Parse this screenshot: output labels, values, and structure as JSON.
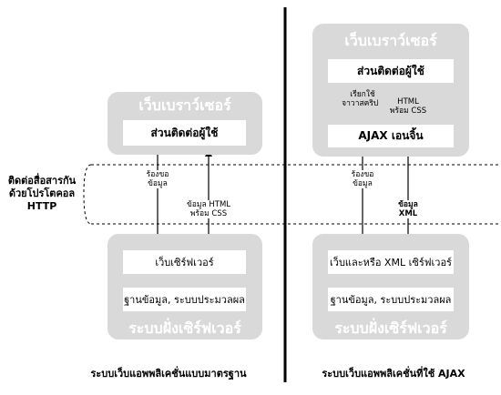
{
  "left": {
    "browser_label": "เว็บเบราว์เซอร์",
    "ui_box": "ส่วนติดต่อผู้ใช้",
    "server_box": "เว็บเซิร์ฟเวอร์",
    "db_box": "ฐานข้อมูล, ระบบประมวลผล",
    "server_label": "ระบบฝั่งเซิร์ฟเวอร์",
    "request_label": "ร้องขอ\nข้อมูล",
    "response_label": "ข้อมูล HTML\nพร้อม CSS",
    "caption": "ระบบเว็บแอพพลิเคชั่นแบบมาตรฐาน"
  },
  "right": {
    "browser_label": "เว็บเบราว์เซอร์",
    "ui_box": "ส่วนติดต่อผู้ใช้",
    "ajax_box": "AJAX เอนจิ้น",
    "call_label": "เรียกใช้\nจาวาสคริปต์",
    "html_label": "HTML\nพร้อม CSS",
    "request_label": "ร้องขอ\nข้อมูล",
    "xml_label": "ข้อมูล\nXML",
    "server_box": "เว็บและหรือ XML เซิร์ฟเวอร์",
    "db_box": "ฐานข้อมูล, ระบบประมวลผล",
    "server_label": "ระบบฝั่งเซิร์ฟเวอร์",
    "caption": "ระบบเว็บแอพพลิเคชั่นที่ใช้ AJAX"
  },
  "protocol_label": "ติดต่อสื่อสารกัน\nด้วยโปรโตคอล\nHTTP"
}
